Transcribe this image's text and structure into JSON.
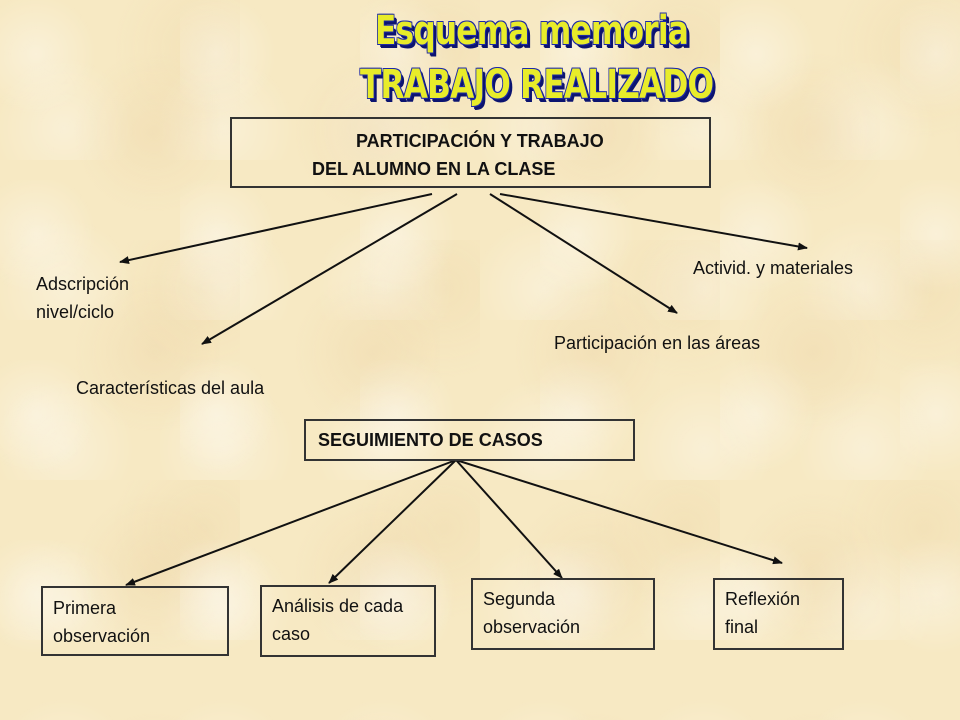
{
  "title": {
    "line1": "Esquema memoria",
    "line2": "TRABAJO REALIZADO"
  },
  "top_box": {
    "line1": "PARTICIPACIÓN Y TRABAJO",
    "line2": "DEL ALUMNO EN LA CLASE"
  },
  "top_labels": {
    "adscripcion": "Adscripción nivel/ciclo",
    "caracteristicas": "Características del aula",
    "participacion": "Participación en las áreas",
    "actividades": "Activid. y materiales"
  },
  "middle_box": {
    "label": "SEGUIMIENTO DE CASOS"
  },
  "bottom_boxes": {
    "primera": "Primera observación",
    "analisis": "Análisis de cada caso",
    "segunda": "Segunda observación",
    "reflexion": "Reflexión final"
  },
  "colors": {
    "line": "#111111",
    "title_fill": "#e8ec2a",
    "title_outline": "#1e2aa8",
    "background": "#f7e9c3"
  }
}
